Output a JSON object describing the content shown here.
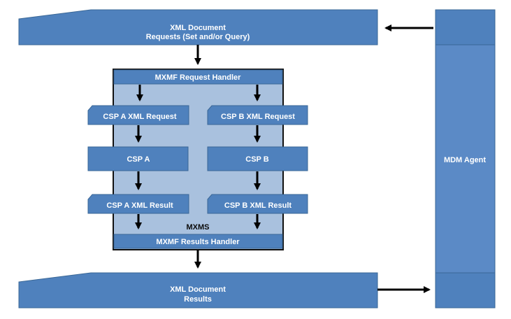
{
  "colors": {
    "box_fill": "#4f81bd",
    "box_edge": "#3a6796",
    "agent_fill": "#5b8ac6",
    "container_fill": "#a9c1de",
    "container_edge": "#111111",
    "arrow": "#000000",
    "text": "#ffffff"
  },
  "requests_doc": {
    "line1": "XML Document",
    "line2": "Requests (Set and/or Query)"
  },
  "results_doc": {
    "line1": "XML Document",
    "line2": "Results"
  },
  "mxms": {
    "label": "MXMS",
    "request_handler": "MXMF Request Handler",
    "results_handler": "MXMF Results Handler",
    "csp_a": {
      "request": "CSP A XML Request",
      "name": "CSP A",
      "result": "CSP A XML Result"
    },
    "csp_b": {
      "request": "CSP B XML Request",
      "name": "CSP B",
      "result": "CSP B XML Result"
    }
  },
  "agent": {
    "label": "MDM Agent"
  }
}
